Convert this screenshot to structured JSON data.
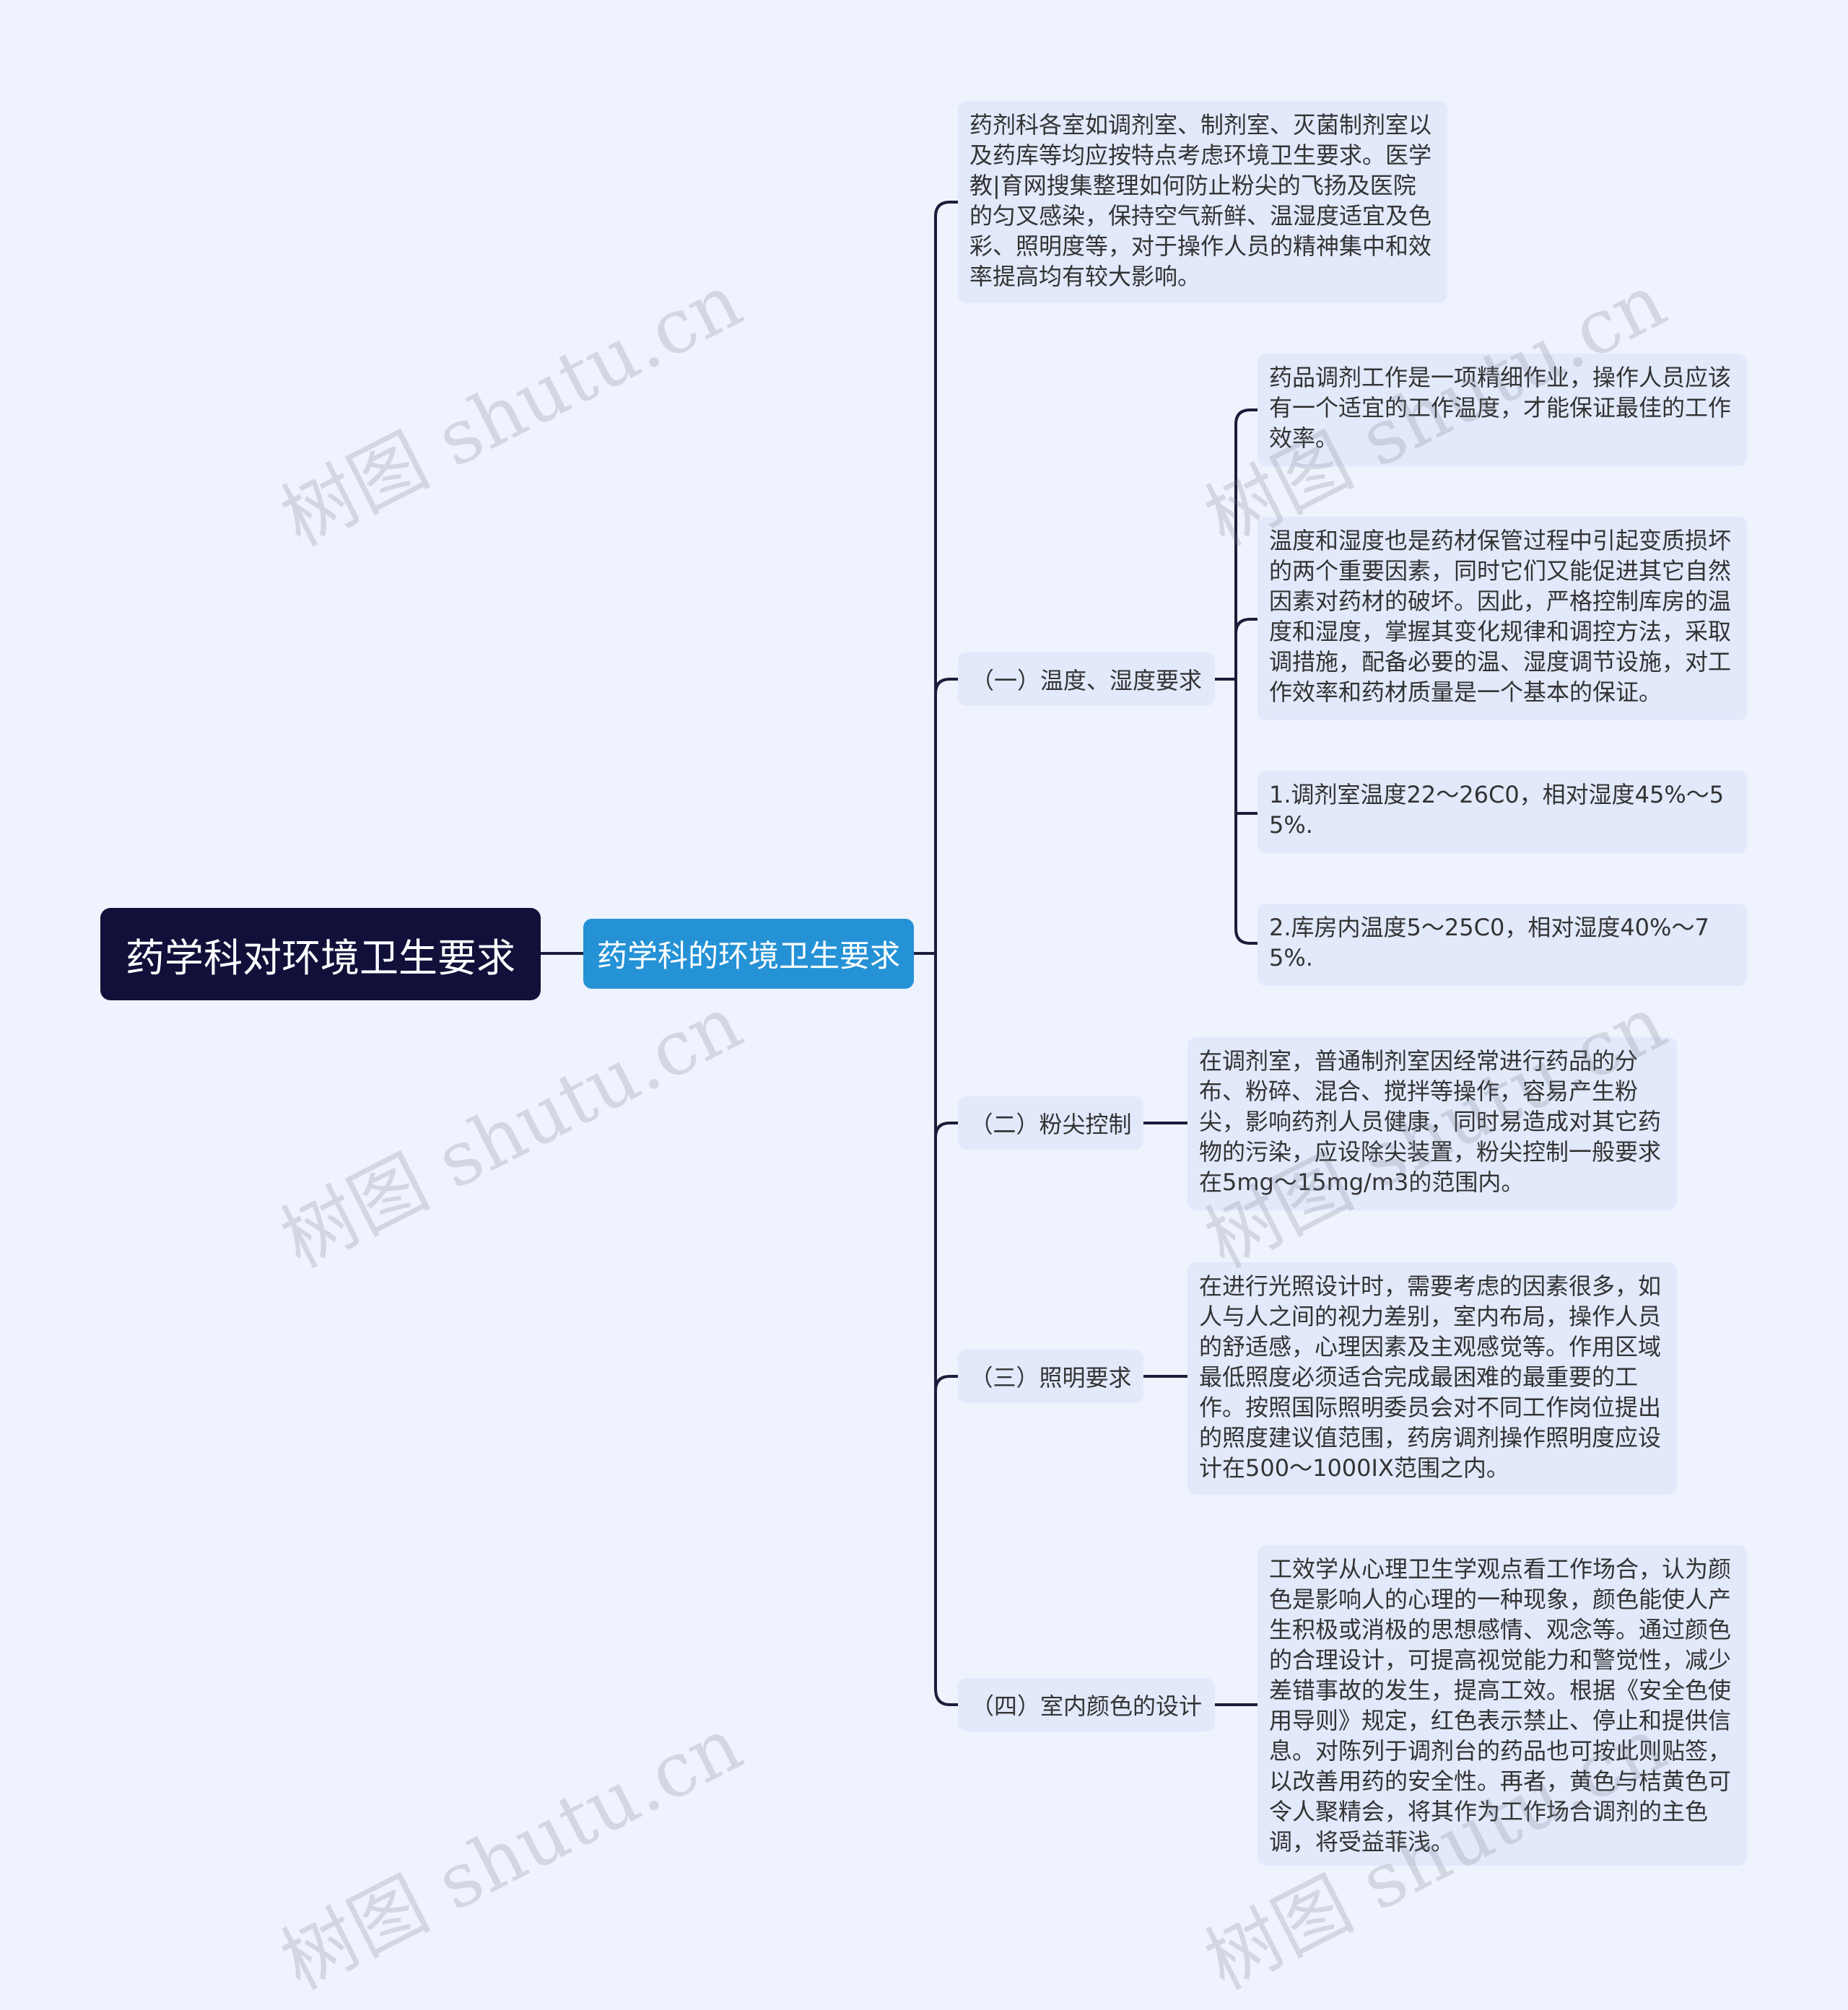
{
  "root": {
    "label": "药学科对环境卫生要求"
  },
  "main": {
    "label": "药学科的环境卫生要求"
  },
  "intro": {
    "text": "药剂科各室如调剂室、制剂室、灭菌制剂室以及药库等均应按特点考虑环境卫生要求。医学教|育网搜集整理如何防止粉尖的飞扬及医院的匀叉感染，保持空气新鲜、温湿度适宜及色彩、照明度等，对于操作人员的精神集中和效率提高均有较大影响。"
  },
  "sections": [
    {
      "label": "（一）温度、湿度要求",
      "details": [
        "药品调剂工作是一项精细作业，操作人员应该有一个适宜的工作温度，才能保证最佳的工作效率。",
        "温度和湿度也是药材保管过程中引起变质损坏的两个重要因素，同时它们又能促进其它自然因素对药材的破坏。因此，严格控制库房的温度和湿度，掌握其变化规律和调控方法，采取调措施，配备必要的温、湿度调节设施，对工作效率和药材质量是一个基本的保证。",
        "1.调剂室温度22～26C0，相对湿度45%～55%.",
        "2.库房内温度5～25C0，相对湿度40%～75%."
      ]
    },
    {
      "label": "（二）粉尖控制",
      "details": [
        "在调剂室，普通制剂室因经常进行药品的分布、粉碎、混合、搅拌等操作，容易产生粉尖，影响药剂人员健康，同时易造成对其它药物的污染，应设除尖装置，粉尖控制一般要求在5mg～15mg/m3的范围内。"
      ]
    },
    {
      "label": "（三）照明要求",
      "details": [
        "在进行光照设计时，需要考虑的因素很多，如人与人之间的视力差别，室内布局，操作人员的舒适感，心理因素及主观感觉等。作用区域最低照度必须适合完成最困难的最重要的工作。按照国际照明委员会对不同工作岗位提出的照度建议值范围，药房调剂操作照明度应设计在500～1000IX范围之内。"
      ]
    },
    {
      "label": "（四）室内颜色的设计",
      "details": [
        "工效学从心理卫生学观点看工作场合，认为颜色是影响人的心理的一种现象，颜色能使人产生积极或消极的思想感情、观念等。通过颜色的合理设计，可提高视觉能力和警觉性，减少差错事故的发生，提高工效。根据《安全色使用导则》规定，红色表示禁止、停止和提供信息。对陈列于调剂台的药品也可按此则贴签，以改善用药的安全性。再者，黄色与桔黄色可令人聚精会，将其作为工作场合调剂的主色调，将受益菲浅。"
      ]
    }
  ],
  "watermark": {
    "text": "树图 shutu.cn"
  },
  "colors": {
    "root_bg": "#11103a",
    "main_bg": "#2592d6",
    "node_bg": "#e1e9fb",
    "line": "#1b1d3a",
    "page_bg": "#eef3fd"
  }
}
